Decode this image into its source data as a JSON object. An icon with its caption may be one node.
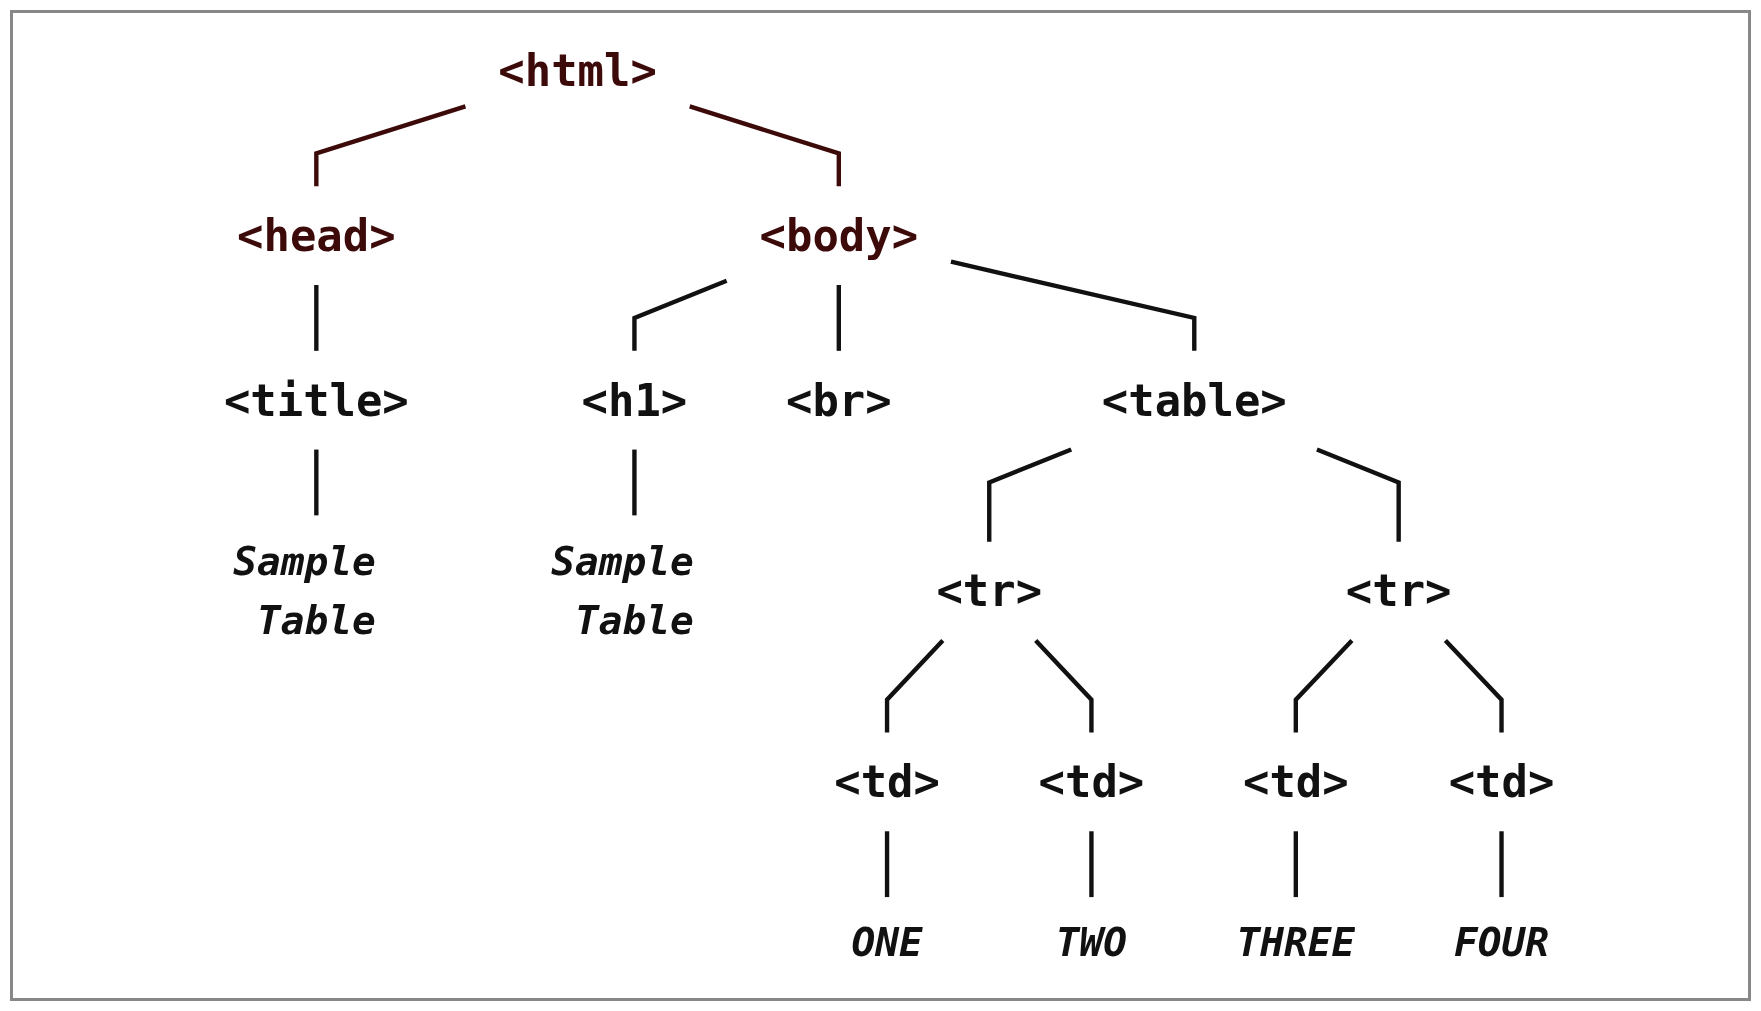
{
  "diagram": {
    "nodes": [
      {
        "text": [
          "<html>"
        ]
      },
      {
        "text": [
          "<head>"
        ]
      },
      {
        "text": [
          "<body>"
        ]
      },
      {
        "text": [
          "<title>"
        ]
      },
      {
        "text": [
          "Sample Table"
        ]
      },
      {
        "text": [
          "<h1>"
        ]
      },
      {
        "text": [
          "Sample Table"
        ]
      },
      {
        "text": [
          "<br>"
        ]
      },
      {
        "text": [
          "<table>"
        ]
      },
      {
        "text": [
          "<tr>"
        ]
      },
      {
        "text": [
          "<tr>"
        ]
      },
      {
        "text": [
          "<td>"
        ]
      },
      {
        "text": [
          "<td>"
        ]
      },
      {
        "text": [
          "<td>"
        ]
      },
      {
        "text": [
          "<td>"
        ]
      },
      {
        "text": [
          "ONE"
        ]
      },
      {
        "text": [
          "TWO"
        ]
      },
      {
        "text": [
          "THREE"
        ]
      },
      {
        "text": [
          "FOUR"
        ]
      }
    ],
    "edges": [
      {
        "from": 0,
        "to": 1,
        "arrow": "none",
        "color": "#3d0a0a"
      },
      {
        "from": 0,
        "to": 2,
        "arrow": "none",
        "color": "#3d0a0a"
      },
      {
        "from": 1,
        "to": 3,
        "arrow": "none"
      },
      {
        "from": 3,
        "to": 4,
        "arrow": "none"
      },
      {
        "from": 2,
        "to": 5,
        "arrow": "none"
      },
      {
        "from": 5,
        "to": 6,
        "arrow": "none"
      },
      {
        "from": 2,
        "to": 7,
        "arrow": "none"
      },
      {
        "from": 2,
        "to": 8,
        "arrow": "none"
      },
      {
        "from": 8,
        "to": 9,
        "arrow": "none"
      },
      {
        "from": 8,
        "to": 10,
        "arrow": "none"
      },
      {
        "from": 9,
        "to": 11,
        "arrow": "none"
      },
      {
        "from": 9,
        "to": 12,
        "arrow": "none"
      },
      {
        "from": 10,
        "to": 13,
        "arrow": "none"
      },
      {
        "from": 10,
        "to": 14,
        "arrow": "none"
      },
      {
        "from": 11,
        "to": 15,
        "arrow": "none"
      },
      {
        "from": 12,
        "to": 16,
        "arrow": "none"
      },
      {
        "from": 13,
        "to": 17,
        "arrow": "none"
      },
      {
        "from": 14,
        "to": 18,
        "arrow": "none"
      }
    ]
  }
}
